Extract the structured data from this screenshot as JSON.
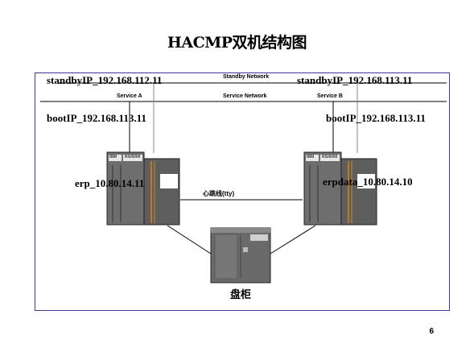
{
  "title": "HACMP双机结构图",
  "standby_network_label": "Standby Network",
  "service_network_label": "Service Network",
  "service_a_label": "Service A",
  "service_b_label": "Service B",
  "left_standby_ip": "standbyIP_192.168.112.11",
  "right_standby_ip": "standbyIP_192.168.113.11",
  "left_boot_ip": "bootIP_192.168.113.11",
  "right_boot_ip": "bootIP_192.168.113.11",
  "left_host": "erp_10.80.14.11",
  "right_host": "erpdata_10.80.14.10",
  "heartbeat_label": "心跳线(tty)",
  "storage_label": "盘柜",
  "server_badge_left": "RS/6000",
  "server_badge_right": "RS/6000",
  "server_brand": "IBM",
  "page_number": "6"
}
